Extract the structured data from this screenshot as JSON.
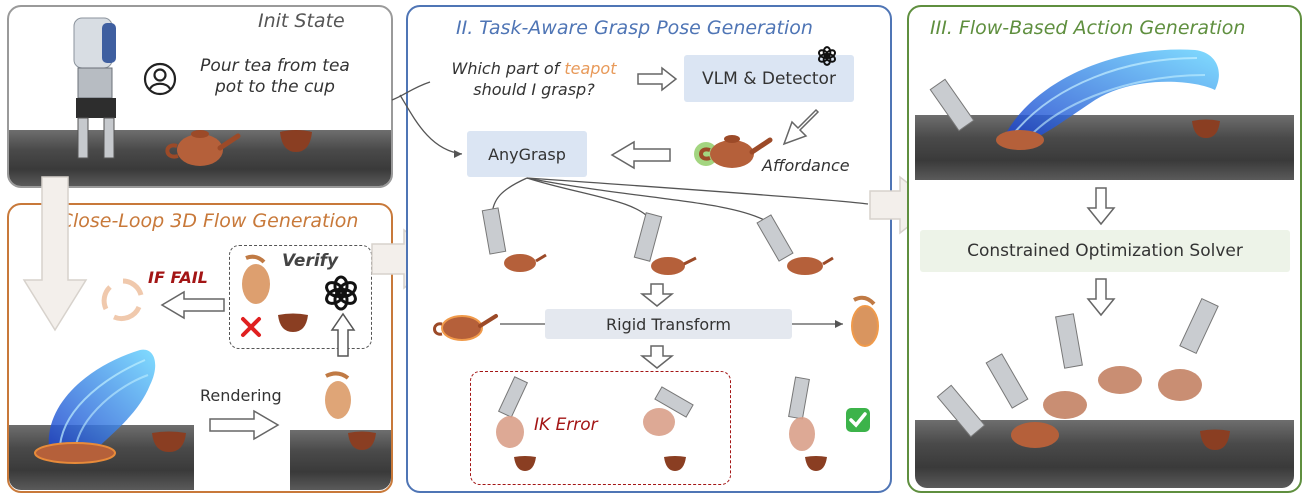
{
  "init_state": {
    "title": "Init State",
    "instruction": "Pour tea from tea pot to the cup"
  },
  "panel1": {
    "title": "I. Close-Loop 3D Flow Generation",
    "if_fail": "IF FAIL",
    "verify": "Verify",
    "rendering": "Rendering"
  },
  "panel2": {
    "title": "II. Task-Aware Grasp Pose Generation",
    "question_pre": "Which part of ",
    "question_highlight": "teapot",
    "question_post": "should I grasp?",
    "vlm_box": "VLM & Detector",
    "affordance": "Affordance",
    "anygrasp_box": "AnyGrasp",
    "rigid_box": "Rigid Transform",
    "ik_error": "IK Error"
  },
  "panel3": {
    "title": "III. Flow-Based Action Generation",
    "solver_box": "Constrained Optimization Solver"
  },
  "colors": {
    "panel1_border": "#c8793a",
    "panel2_border": "#4f75b5",
    "panel3_border": "#5f8f3f",
    "panel1_title": "#c8793a",
    "panel2_title": "#4f75b5",
    "panel3_title": "#5f8f3f",
    "teapot_highlight": "#e89a5a",
    "ik_error": "#a31515",
    "if_fail": "#a31515",
    "vlm_box_bg": "#dbe5f3",
    "anygrasp_box_bg": "#dbe5f3",
    "rigid_box_bg": "#e4e8ef",
    "solver_box_bg": "#edf3e8",
    "teapot": "#b5603a",
    "cup": "#8a3e22",
    "flow": "#2f7bff"
  }
}
